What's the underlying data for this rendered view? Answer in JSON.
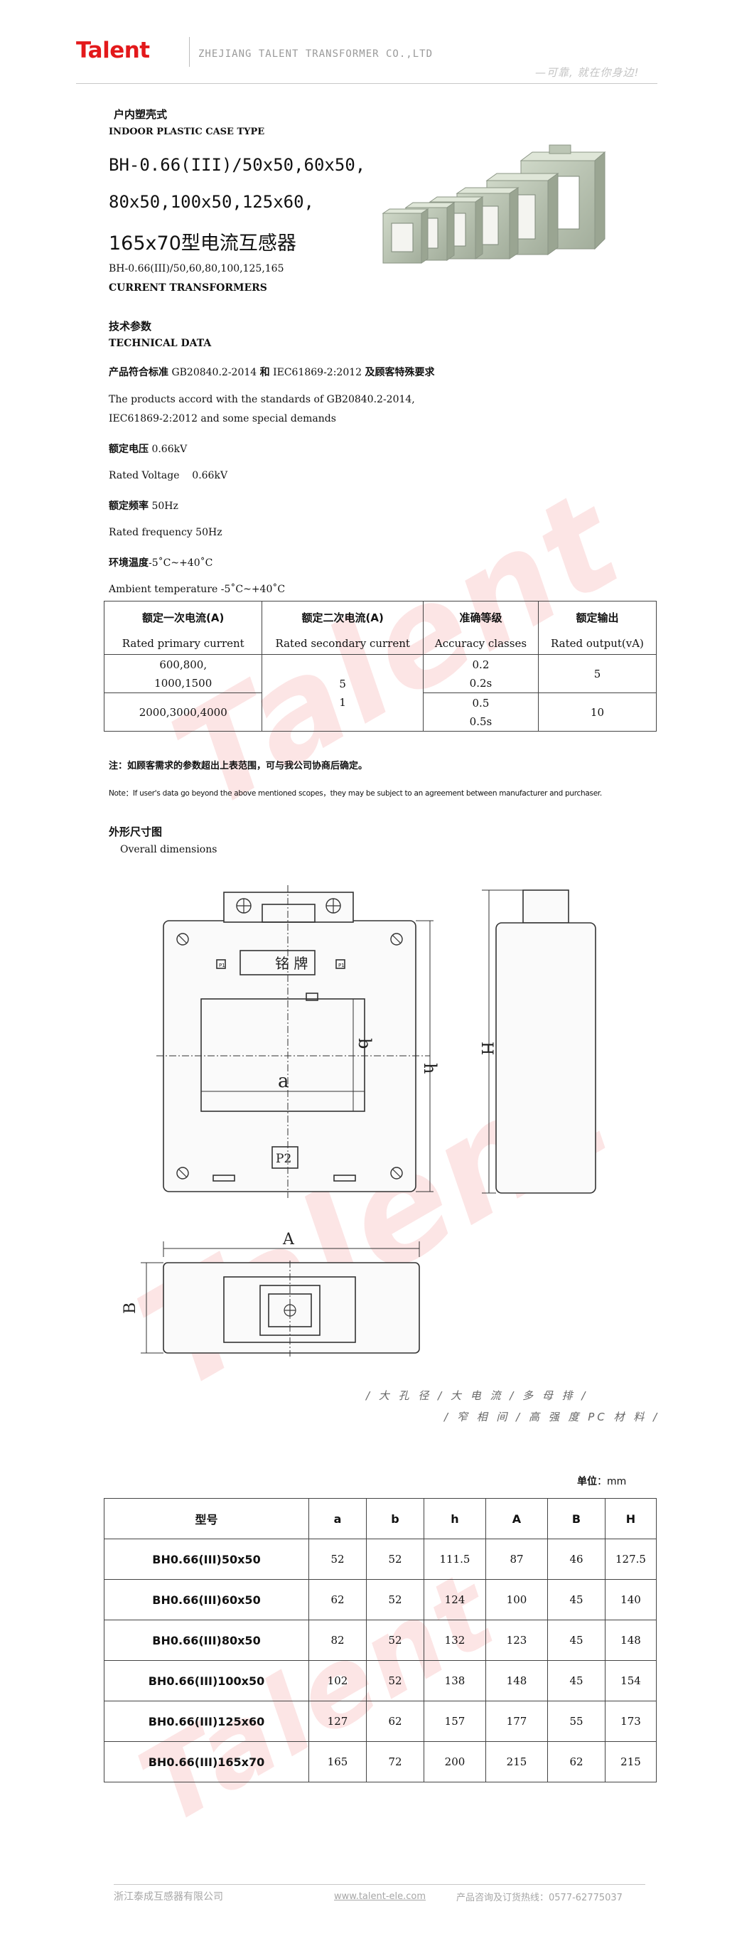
{
  "header": {
    "logo": "Talent",
    "company": "ZHEJIANG TALENT TRANSFORMER CO.,LTD",
    "slogan": "—可靠, 就在你身边!",
    "brand_color": "#e3191b"
  },
  "watermark": {
    "text": "Talent"
  },
  "product": {
    "type_cn": "户内塑壳式",
    "type_en": "INDOOR PLASTIC CASE TYPE",
    "title_lines": [
      "BH-0.66(III)/50x50,60x50,",
      "80x50,100x50,125x60,",
      "165x70型电流互感器"
    ],
    "subtitle": "BH-0.66(III)/50,60,80,100,125,165",
    "subtitle2": "CURRENT TRANSFORMERS"
  },
  "technical": {
    "heading_cn": "技术参数",
    "heading_en": "TECHNICAL DATA",
    "standard_cn_label": "产品符合标准",
    "standard_cn_value": " GB20840.2-2014 ",
    "standard_cn_and": "和",
    "standard_cn_value2": " IEC61869-2:2012 ",
    "standard_cn_tail": "及顾客特殊要求",
    "standard_en_1": "The products accord with the standards of GB20840.2-2014,",
    "standard_en_2": "IEC61869-2:2012 and some special demands",
    "voltage_cn_label": "额定电压",
    "voltage_cn_value": " 0.66kV",
    "voltage_en": "Rated Voltage    0.66kV",
    "freq_cn_label": "额定频率",
    "freq_cn_value": " 50Hz",
    "freq_en": "Rated frequency 50Hz",
    "temp_cn_label": "环境温度",
    "temp_cn_value": "-5˚C~+40˚C",
    "temp_en": "Ambient temperature -5˚C~+40˚C"
  },
  "spec_table": {
    "headers_cn": [
      "额定一次电流(A)",
      "额定二次电流(A)",
      "准确等级",
      "额定输出"
    ],
    "headers_en": [
      "Rated primary current",
      "Rated secondary current",
      "Accuracy classes",
      "Rated output(vA)"
    ],
    "row1_primary": [
      "600,800,",
      "1000,1500"
    ],
    "row2_primary": "2000,3000,4000",
    "secondary": [
      "5",
      "1"
    ],
    "row1_accuracy": [
      "0.2",
      "0.2s"
    ],
    "row2_accuracy": [
      "0.5",
      "0.5s"
    ],
    "row1_output": "5",
    "row2_output": "10"
  },
  "notes": {
    "cn": "注：如顾客需求的参数超出上表范围，可与我公司协商后确定。",
    "en": "Note：If user's data go beyond the above mentioned scopes，they may be subject to an agreement between manufacturer and purchaser."
  },
  "dimensions": {
    "heading_cn": "外形尺寸图",
    "heading_en": "Overall dimensions",
    "nameplate": "铭 牌",
    "p1": "P1",
    "p2": "P2",
    "labels": {
      "a": "a",
      "b": "b",
      "h": "h",
      "H": "H",
      "A": "A",
      "B": "B"
    }
  },
  "features": [
    "/ 大 孔 径 / 大 电 流 / 多 母 排 /",
    "/ 窄 相 间 / 高 强 度 PC 材 料 /"
  ],
  "unit": {
    "label": "单位",
    "value": "：mm"
  },
  "dim_table": {
    "headers": [
      "型号",
      "a",
      "b",
      "h",
      "A",
      "B",
      "H"
    ],
    "rows": [
      [
        "BH0.66(III)50x50",
        "52",
        "52",
        "111.5",
        "87",
        "46",
        "127.5"
      ],
      [
        "BH0.66(III)60x50",
        "62",
        "52",
        "124",
        "100",
        "45",
        "140"
      ],
      [
        "BH0.66(III)80x50",
        "82",
        "52",
        "132",
        "123",
        "45",
        "148"
      ],
      [
        "BH0.66(III)100x50",
        "102",
        "52",
        "138",
        "148",
        "45",
        "154"
      ],
      [
        "BH0.66(III)125x60",
        "127",
        "62",
        "157",
        "177",
        "55",
        "173"
      ],
      [
        "BH0.66(III)165x70",
        "165",
        "72",
        "200",
        "215",
        "62",
        "215"
      ]
    ]
  },
  "footer": {
    "company": "浙江泰成互感器有限公司",
    "url": "www.talent-ele.com",
    "hotline": "产品咨询及订货热线：0577-62775037"
  }
}
